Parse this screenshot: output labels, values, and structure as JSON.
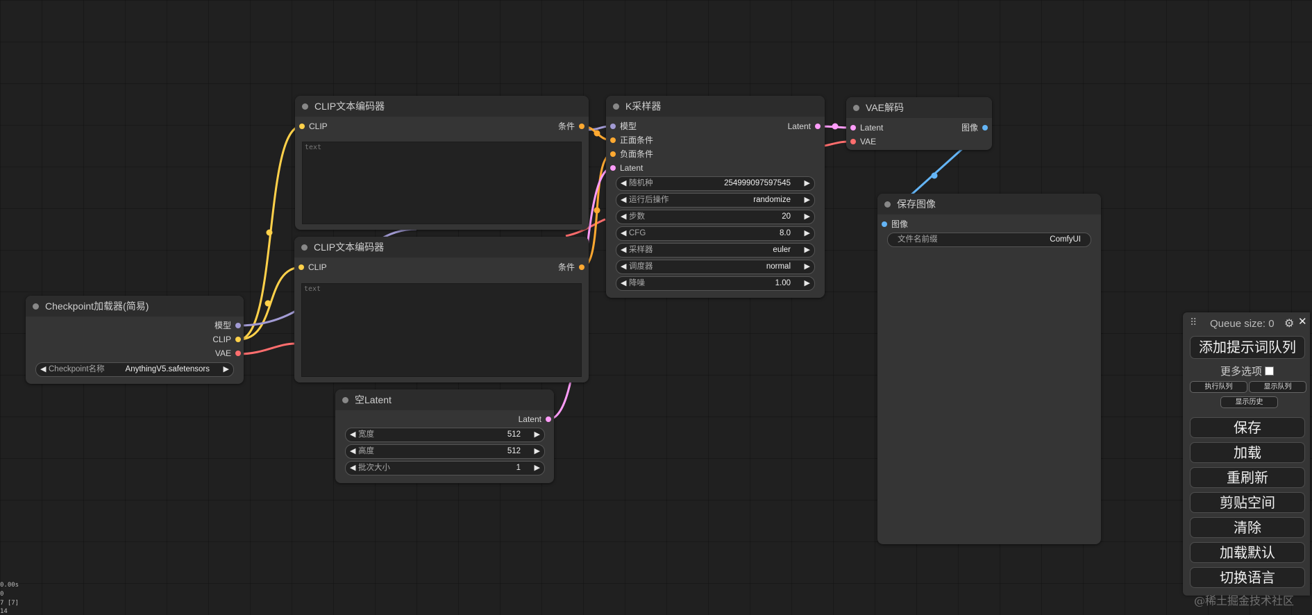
{
  "colors": {
    "model": "#a29bd4",
    "clip": "#ffd14a",
    "vae": "#ff6e6e",
    "conditioning": "#ffa931",
    "latent": "#ff9cf9",
    "image": "#64b5f6"
  },
  "nodes": {
    "checkpoint": {
      "title": "Checkpoint加载器(简易)",
      "outputs": [
        "模型",
        "CLIP",
        "VAE"
      ],
      "widget": {
        "label": "Checkpoint名称",
        "value": "AnythingV5.safetensors"
      }
    },
    "clip1": {
      "title": "CLIP文本编码器",
      "input": "CLIP",
      "output": "条件",
      "placeholder": "text"
    },
    "clip2": {
      "title": "CLIP文本编码器",
      "input": "CLIP",
      "output": "条件",
      "placeholder": "text"
    },
    "empty_latent": {
      "title": "空Latent",
      "output": "Latent",
      "widgets": [
        {
          "label": "宽度",
          "value": "512"
        },
        {
          "label": "高度",
          "value": "512"
        },
        {
          "label": "批次大小",
          "value": "1"
        }
      ]
    },
    "ksampler": {
      "title": "K采样器",
      "inputs": [
        "模型",
        "正面条件",
        "负面条件",
        "Latent"
      ],
      "output": "Latent",
      "widgets": [
        {
          "label": "随机种",
          "value": "254999097597545"
        },
        {
          "label": "运行后操作",
          "value": "randomize"
        },
        {
          "label": "步数",
          "value": "20"
        },
        {
          "label": "CFG",
          "value": "8.0"
        },
        {
          "label": "采样器",
          "value": "euler"
        },
        {
          "label": "调度器",
          "value": "normal"
        },
        {
          "label": "降噪",
          "value": "1.00"
        }
      ]
    },
    "vae_decode": {
      "title": "VAE解码",
      "inputs": [
        "Latent",
        "VAE"
      ],
      "output": "图像"
    },
    "save_image": {
      "title": "保存图像",
      "input": "图像",
      "widget": {
        "label": "文件名前缀",
        "value": "ComfyUI"
      }
    }
  },
  "menu": {
    "drag_icon": "⠿",
    "queue_size": "Queue size: 0",
    "settings_icon": "gear-icon",
    "close_glyph": "✕",
    "queue_prompt": "添加提示词队列",
    "more_options": "更多选项",
    "view_queue": "执行队列",
    "view_history_short": "显示队列",
    "show_history": "显示历史",
    "save": "保存",
    "load": "加载",
    "refresh": "重刷新",
    "clipspace": "剪贴空间",
    "clear": "清除",
    "load_default": "加载默认",
    "switch_locale": "切换语言"
  },
  "stats": {
    "line1": "0.00s",
    "line2": "0",
    "line3": "7 [7]",
    "line4": "14"
  },
  "watermark": "@稀土掘金技术社区"
}
